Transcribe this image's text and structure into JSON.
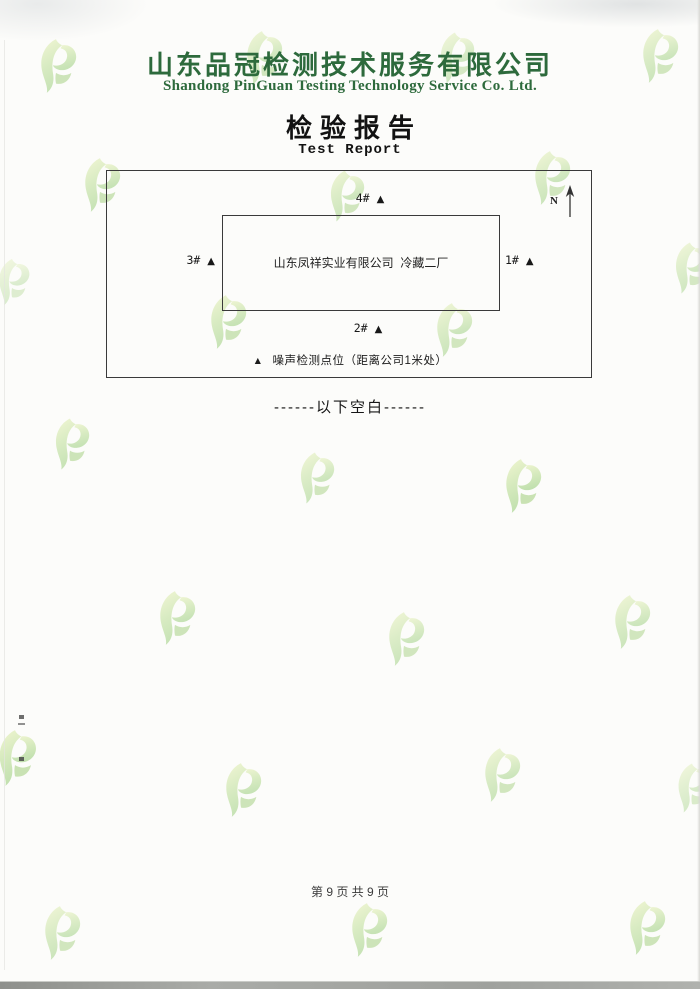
{
  "header": {
    "company_cn": "山东品冠检测技术服务有限公司",
    "company_en": "Shandong PinGuan Testing Technology Service Co. Ltd.",
    "report_title_cn": "检验报告",
    "report_title_en": "Test Report"
  },
  "diagram": {
    "site_label": "山东凤祥实业有限公司  冷藏二厂",
    "north_label": "N",
    "points": [
      {
        "label": "4#",
        "marker": "▲",
        "position": "top"
      },
      {
        "label": "3#",
        "marker": "▲",
        "position": "left"
      },
      {
        "label": "1#",
        "marker": "▲",
        "position": "right"
      },
      {
        "label": "2#",
        "marker": "▲",
        "position": "bottom"
      }
    ],
    "legend_marker": "▲",
    "legend_text": "噪声检测点位（距离公司1米处）"
  },
  "body": {
    "blank_note": "------以下空白------"
  },
  "footer": {
    "page_info": "第 9 页 共 9 页"
  },
  "colors": {
    "brand_green": "#2d6a3c",
    "watermark_green": "#b9dd94",
    "ink": "#1a1a1a"
  }
}
